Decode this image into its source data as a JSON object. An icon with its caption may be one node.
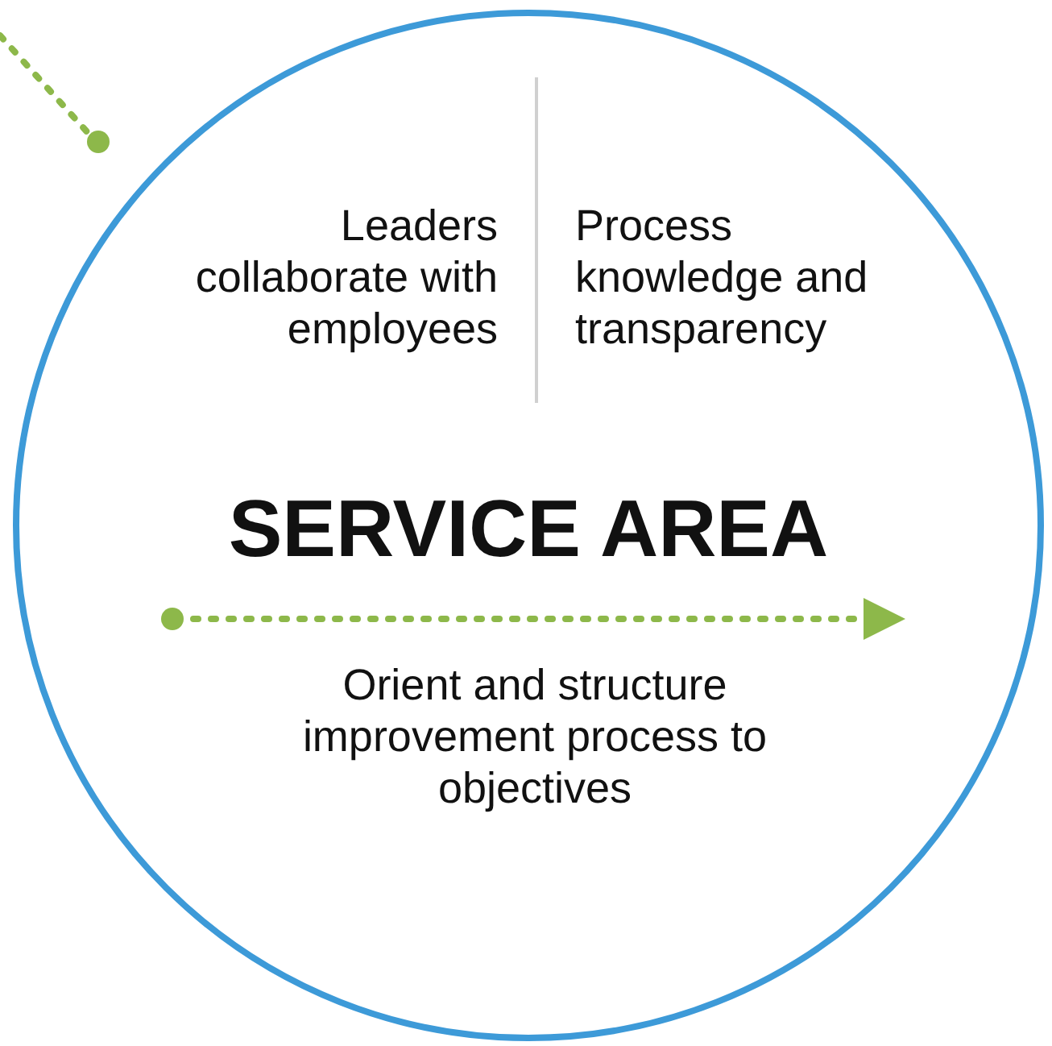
{
  "diagram": {
    "nodes": [
      {
        "text": [
          "Leaders collaborate with employees",
          "Process knowledge and transparency",
          "SERVICE AREA",
          "Orient and structure improvement process to objectives"
        ]
      }
    ]
  }
}
